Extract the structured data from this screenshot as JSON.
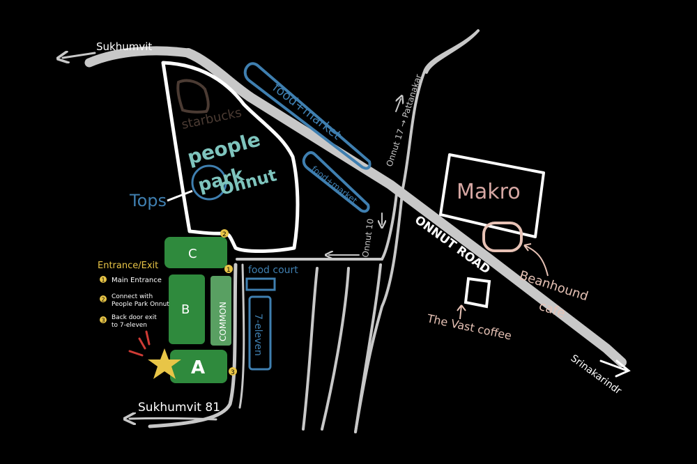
{
  "colors": {
    "background": "#000000",
    "road": "#c8c8c8",
    "white": "#ffffff",
    "blue": "#3f7fb0",
    "teal": "#7ec4bd",
    "green_dark": "#2f8a3d",
    "green_light": "#59a062",
    "yellow": "#e8c547",
    "pink": "#e7c2b5",
    "mauve": "#d6a7a3",
    "brown": "#4b3b33",
    "red": "#cf3b35"
  },
  "labels": {
    "sukhumvit_top": "Sukhumvit",
    "starbucks": "starbucks",
    "people": "people",
    "park": "park",
    "onnut_park": "Onnut",
    "tops": "Tops",
    "food_market_1": "food+market",
    "food_market_2": "food+market",
    "pattanakar": "Onnut 17 → Pattanakar",
    "onnut_10": "Onnut 10",
    "onnut_road": "ONNUT ROAD",
    "makro": "Makro",
    "beanhound_1": "Beanhound",
    "beanhound_2": "cafe",
    "vast_coffee": "The Vast coffee",
    "srinakarindr": "Srinakarindr",
    "food_court": "food court",
    "seven_eleven": "7-eleven",
    "zone_c": "C",
    "zone_b": "B",
    "zone_a": "A",
    "zone_common": "COMMON",
    "sukhumvit_81": "Sukhumvit 81"
  },
  "legend": {
    "title": "Entrance/Exit",
    "items": [
      {
        "num": "1",
        "line1": "Main Entrance",
        "line2": ""
      },
      {
        "num": "2",
        "line1": "Connect with",
        "line2": "People Park Onnut"
      },
      {
        "num": "3",
        "line1": "Back door exit",
        "line2": "to 7-eleven"
      }
    ]
  },
  "markers": {
    "m1": "1",
    "m2": "2",
    "m3": "3"
  }
}
